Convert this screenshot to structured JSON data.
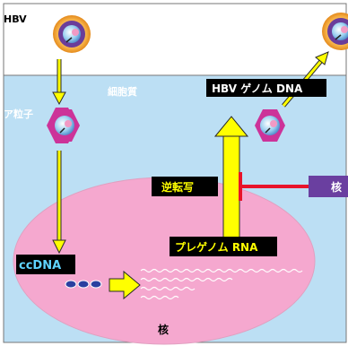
{
  "labels": {
    "hbv": "HBV",
    "particle": "ア粒子",
    "cytoplasm": "細胞質",
    "hbv_genome_dna": "HBV ゲノム DNA",
    "reverse_transcription": "逆転写",
    "nucleocapsid_blocker": "核",
    "pregenome_rna": "プレゲノム RNA",
    "ccdna": "ccDNA",
    "nucleus": "核"
  },
  "colors": {
    "cytoplasm": "#bcdff4",
    "extracellular": "#ffffff",
    "nucleus": "#f5a8cf",
    "arrow_yellow": "#ffff00",
    "inhibitor_red": "#e8132a",
    "capsid_hexagon": "#cc3399",
    "virion_ring": "#6a3d9a",
    "inhibitor_box": "#6a3fa0"
  }
}
